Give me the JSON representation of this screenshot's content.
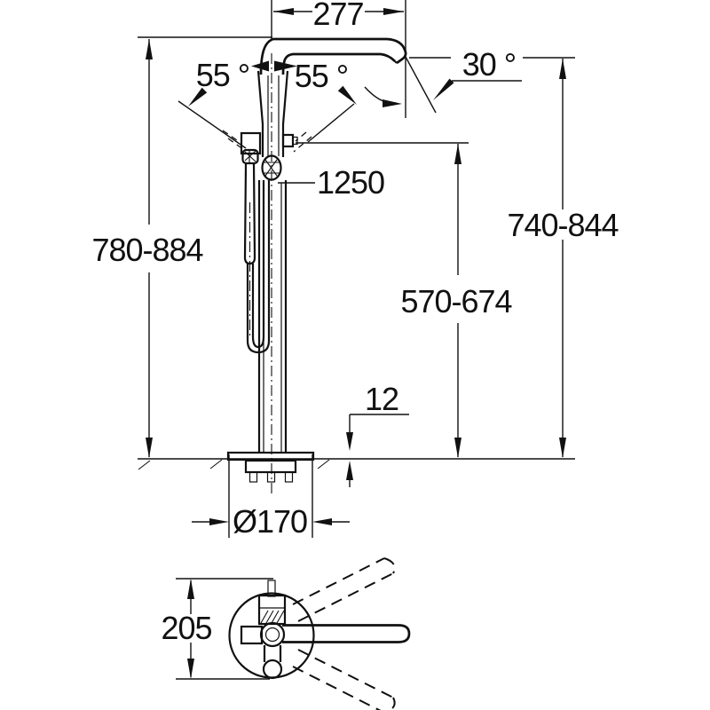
{
  "drawing": {
    "type": "technical-dimension-drawing",
    "subject": "floor-standing bath mixer tap, side elevation and plan view",
    "colors": {
      "line": "#111111",
      "background": "#ffffff"
    },
    "labels": {
      "spout_reach": "277",
      "lever_angle_left": "55 °",
      "lever_angle_right": "55 °",
      "outlet_angle": "30 °",
      "hose_length": "1250",
      "total_height": "780-884",
      "outlet_height": "740-844",
      "holder_height": "570-674",
      "base_plate_thickness": "12",
      "base_diameter": "Ø170",
      "plan_depth": "205"
    }
  }
}
